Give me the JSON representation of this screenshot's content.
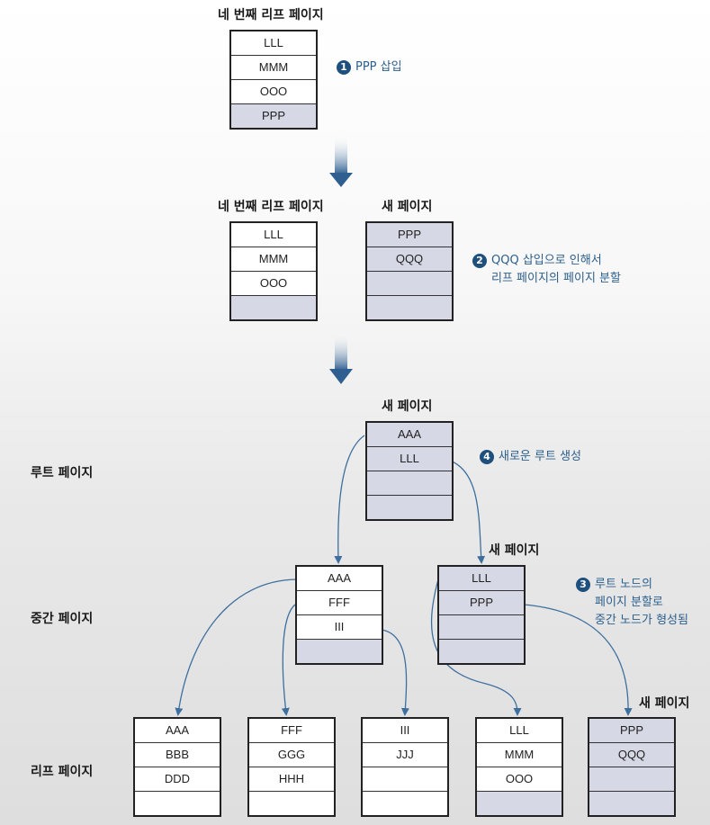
{
  "titles": {
    "fourth_leaf": "네 번째 리프 페이지",
    "fourth_leaf_2": "네 번째 리프 페이지",
    "new_page": "새 페이지",
    "new_page_root": "새 페이지",
    "new_page_mid": "새 페이지",
    "new_page_leaf": "새 페이지"
  },
  "row_labels": {
    "root": "루트 페이지",
    "middle": "중간 페이지",
    "leaf": "리프 페이지"
  },
  "notes": {
    "n1_num": "1",
    "n1_text": "PPP 삽입",
    "n2_num": "2",
    "n2_line1": "QQQ 삽입으로 인해서",
    "n2_line2": "리프 페이지의 페이지 분할",
    "n4_num": "4",
    "n4_text": "새로운 루트 생성",
    "n3_num": "3",
    "n3_line1": "루트 노드의",
    "n3_line2": "페이지 분할로",
    "n3_line3": "중간 노드가 형성됨"
  },
  "step1": {
    "cells": [
      "LLL",
      "MMM",
      "OOO",
      "PPP"
    ]
  },
  "step2_left": {
    "cells": [
      "LLL",
      "MMM",
      "OOO",
      ""
    ]
  },
  "step2_right": {
    "cells": [
      "PPP",
      "QQQ",
      "",
      ""
    ]
  },
  "root": {
    "cells": [
      "AAA",
      "LLL",
      "",
      ""
    ]
  },
  "mid_left": {
    "cells": [
      "AAA",
      "FFF",
      "III",
      ""
    ]
  },
  "mid_right": {
    "cells": [
      "LLL",
      "PPP",
      "",
      ""
    ]
  },
  "leaves": [
    {
      "cells": [
        "AAA",
        "BBB",
        "DDD",
        ""
      ]
    },
    {
      "cells": [
        "FFF",
        "GGG",
        "HHH",
        ""
      ]
    },
    {
      "cells": [
        "III",
        "JJJ",
        "",
        ""
      ]
    },
    {
      "cells": [
        "LLL",
        "MMM",
        "OOO",
        ""
      ]
    },
    {
      "cells": [
        "PPP",
        "QQQ",
        "",
        ""
      ]
    }
  ],
  "colors": {
    "shade": "#d6d8e5",
    "accent": "#2c5f8c",
    "arrow": "#3d6f9e"
  }
}
